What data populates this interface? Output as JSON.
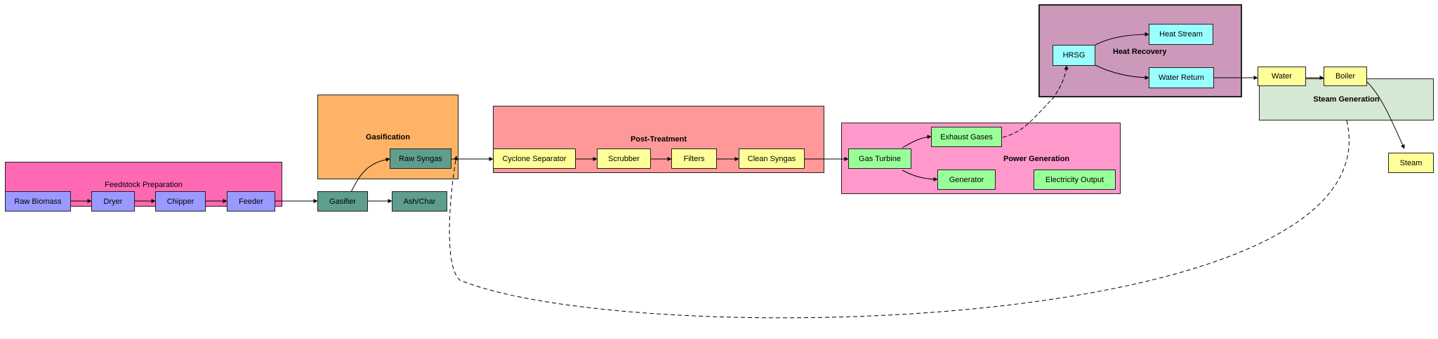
{
  "colors": {
    "feedstock_bg": "#ff69b4",
    "feedstock_node": "#9999ff",
    "gasification_bg": "#ffb366",
    "gasification_node": "#5f9e8f",
    "posttreatment_bg": "#ff9999",
    "posttreatment_node": "#ffff99",
    "power_bg": "#ff99cc",
    "power_node": "#99ff99",
    "heat_bg": "#cc99bb",
    "heat_node": "#99ffff",
    "steam_bg": "#d5e8d4",
    "steam_node": "#ffff99"
  },
  "groups": {
    "feedstock": "Feedstock Preparation",
    "gasification": "Gasification",
    "posttreatment": "Post-Treatment",
    "power": "Power Generation",
    "heat": "Heat Recovery",
    "steam": "Steam Generation"
  },
  "nodes": {
    "raw_biomass": "Raw Biomass",
    "dryer": "Dryer",
    "chipper": "Chipper",
    "feeder": "Feeder",
    "gasifier": "Gasifier",
    "raw_syngas": "Raw Syngas",
    "ash_char": "Ash/Char",
    "cyclone": "Cyclone Separator",
    "scrubber": "Scrubber",
    "filters": "Filters",
    "clean_syngas": "Clean Syngas",
    "gas_turbine": "Gas Turbine",
    "exhaust_gases": "Exhaust Gases",
    "generator": "Generator",
    "electricity_output": "Electricity Output",
    "hrsg": "HRSG",
    "heat_stream": "Heat Stream",
    "water_return": "Water Return",
    "water": "Water",
    "boiler": "Boiler",
    "steam": "Steam"
  }
}
